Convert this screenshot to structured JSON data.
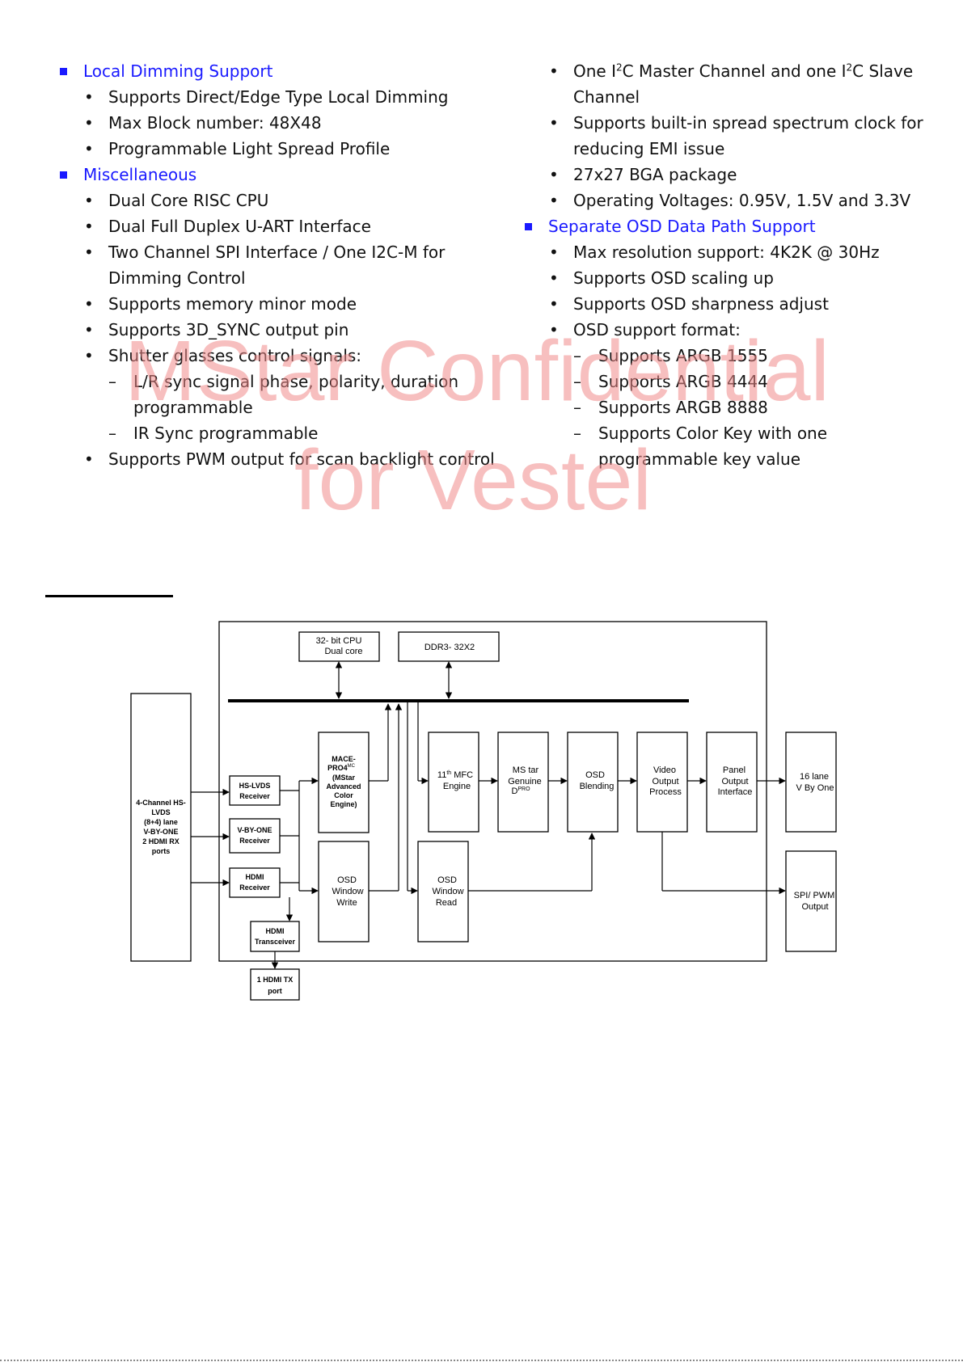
{
  "left_column": {
    "sections": [
      {
        "title": "Local Dimming Support",
        "items": [
          {
            "text": "Supports Direct/Edge Type Local Dimming"
          },
          {
            "text": "Max Block number: 48X48"
          },
          {
            "text": "Programmable Light Spread Profile"
          }
        ]
      },
      {
        "title": "Miscellaneous",
        "items": [
          {
            "text": "Dual Core RISC CPU"
          },
          {
            "text": "Dual Full Duplex U-ART Interface"
          },
          {
            "text": "Two Channel SPI Interface / One I2C-M for Dimming Control"
          },
          {
            "text": "Supports memory minor mode"
          },
          {
            "text": "Supports 3D_SYNC output pin"
          },
          {
            "text": "Shutter glasses control signals:"
          },
          {
            "text": "Supports PWM output for scan backlight control"
          }
        ],
        "shutter_subitems": [
          "L/R sync signal phase, polarity, duration programmable",
          "IR Sync programmable"
        ]
      }
    ]
  },
  "right_column": {
    "items_top": [
      {
        "text_a": "One I",
        "sup_a": "2",
        "text_b": "C Master Channel and one I",
        "sup_b": "2",
        "text_c": "C Slave Channel"
      },
      {
        "text": "Supports built-in spread spectrum clock for reducing EMI issue"
      },
      {
        "text": "27x27 BGA package"
      },
      {
        "text": "Operating Voltages: 0.95V, 1.5V and 3.3V"
      }
    ],
    "section": {
      "title": "Separate OSD Data Path Support",
      "items": [
        {
          "text": "Max resolution support: 4K2K @ 30Hz"
        },
        {
          "text": "Supports OSD scaling up"
        },
        {
          "text": "Supports OSD sharpness adjust"
        },
        {
          "text": "OSD support format:"
        }
      ],
      "subitems": [
        "Supports ARGB 1555",
        "Supports ARGB 4444",
        "Supports ARGB 8888",
        "Supports Color Key with one programmable key value"
      ]
    }
  },
  "watermark": {
    "line1": "MStar Confidential",
    "line2": "for Vestel"
  },
  "diagram": {
    "cpu": [
      "32- bit CPU",
      "Dual core"
    ],
    "ddr": "DDR3- 32X2",
    "input_ports": [
      "4-Channel HS-",
      "LVDS",
      "(8+4) lane",
      "V-BY-ONE",
      "2 HDMI RX",
      "ports"
    ],
    "hs_lvds": [
      "HS-LVDS",
      "Receiver"
    ],
    "vbyone": [
      "V-BY-ONE",
      "Receiver"
    ],
    "hdmi_rx": [
      "HDMI",
      "Receiver"
    ],
    "hdmi_tx": [
      "HDMI",
      "Transceiver"
    ],
    "hdmi_port": [
      "1 HDMI TX",
      "port"
    ],
    "mace": [
      "MACE-",
      "PRO4",
      "(MStar",
      "Advanced",
      "Color",
      "Engine)"
    ],
    "mace_sup": "MC",
    "osd_write": [
      "OSD",
      "Window",
      "Write"
    ],
    "mfc_num": "11",
    "mfc_sup": "th",
    "mfc_rest": " MFC",
    "mfc_line2": "Engine",
    "genuine": [
      "MS tar",
      "Genuine",
      "D"
    ],
    "genuine_sup": "PRO",
    "osd_read": [
      "OSD",
      "Window",
      "Read"
    ],
    "osd_blend": [
      "OSD",
      "Blending"
    ],
    "video_out": [
      "Video",
      "Output",
      "Process"
    ],
    "panel_out": [
      "Panel",
      "Output",
      "Interface"
    ],
    "vbyone_out": [
      "16 lane",
      "V By One"
    ],
    "spi_pwm": [
      "SPI/ PWM",
      "Output"
    ]
  }
}
